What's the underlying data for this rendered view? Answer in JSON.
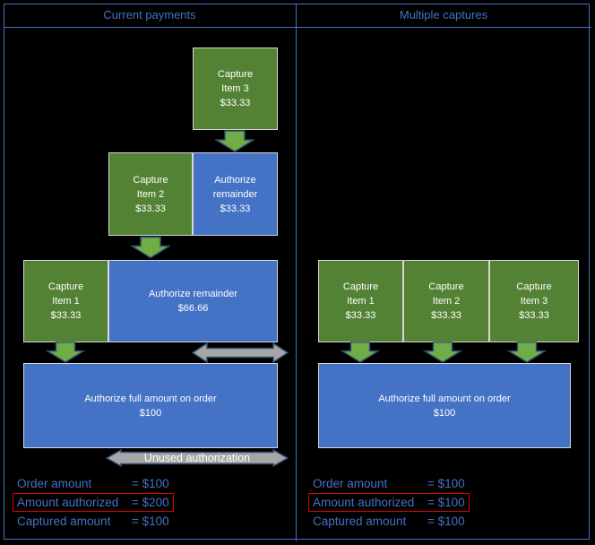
{
  "titles": {
    "left": "Current payments",
    "right": "Multiple captures"
  },
  "colors": {
    "capture_green": "#548235",
    "authorize_blue": "#4472C4",
    "arrow_green": "#70AD47",
    "arrow_gray": "#A6A6A6",
    "arrow_outline": "#2E4D71",
    "highlight_red": "#E00000",
    "text_blue": "#4472C4"
  },
  "left_panel": {
    "capture_item_3": {
      "l1": "Capture",
      "l2": "Item 3",
      "l3": "$33.33"
    },
    "capture_item_2": {
      "l1": "Capture",
      "l2": "Item 2",
      "l3": "$33.33"
    },
    "authorize_remainder_small": {
      "l1": "Authorize",
      "l2": "remainder",
      "l3": "$33.33"
    },
    "capture_item_1": {
      "l1": "Capture",
      "l2": "Item 1",
      "l3": "$33.33"
    },
    "authorize_remainder_large": {
      "l1": "Authorize remainder",
      "l2": "$66.66"
    },
    "authorize_full": {
      "l1": "Authorize full amount on order",
      "l2": "$100"
    },
    "unused_label": "Unused authorization",
    "stats": [
      {
        "label": "Order amount",
        "value": "= $100"
      },
      {
        "label": "Amount authorized",
        "value": "= $200"
      },
      {
        "label": "Captured amount",
        "value": "= $100"
      }
    ]
  },
  "right_panel": {
    "capture_item_1": {
      "l1": "Capture",
      "l2": "Item 1",
      "l3": "$33.33"
    },
    "capture_item_2": {
      "l1": "Capture",
      "l2": "Item 2",
      "l3": "$33.33"
    },
    "capture_item_3": {
      "l1": "Capture",
      "l2": "Item 3",
      "l3": "$33.33"
    },
    "authorize_full": {
      "l1": "Authorize full amount on order",
      "l2": "$100"
    },
    "stats": [
      {
        "label": "Order amount",
        "value": "= $100"
      },
      {
        "label": "Amount authorized",
        "value": "= $100"
      },
      {
        "label": "Captured amount",
        "value": "= $100"
      }
    ]
  }
}
